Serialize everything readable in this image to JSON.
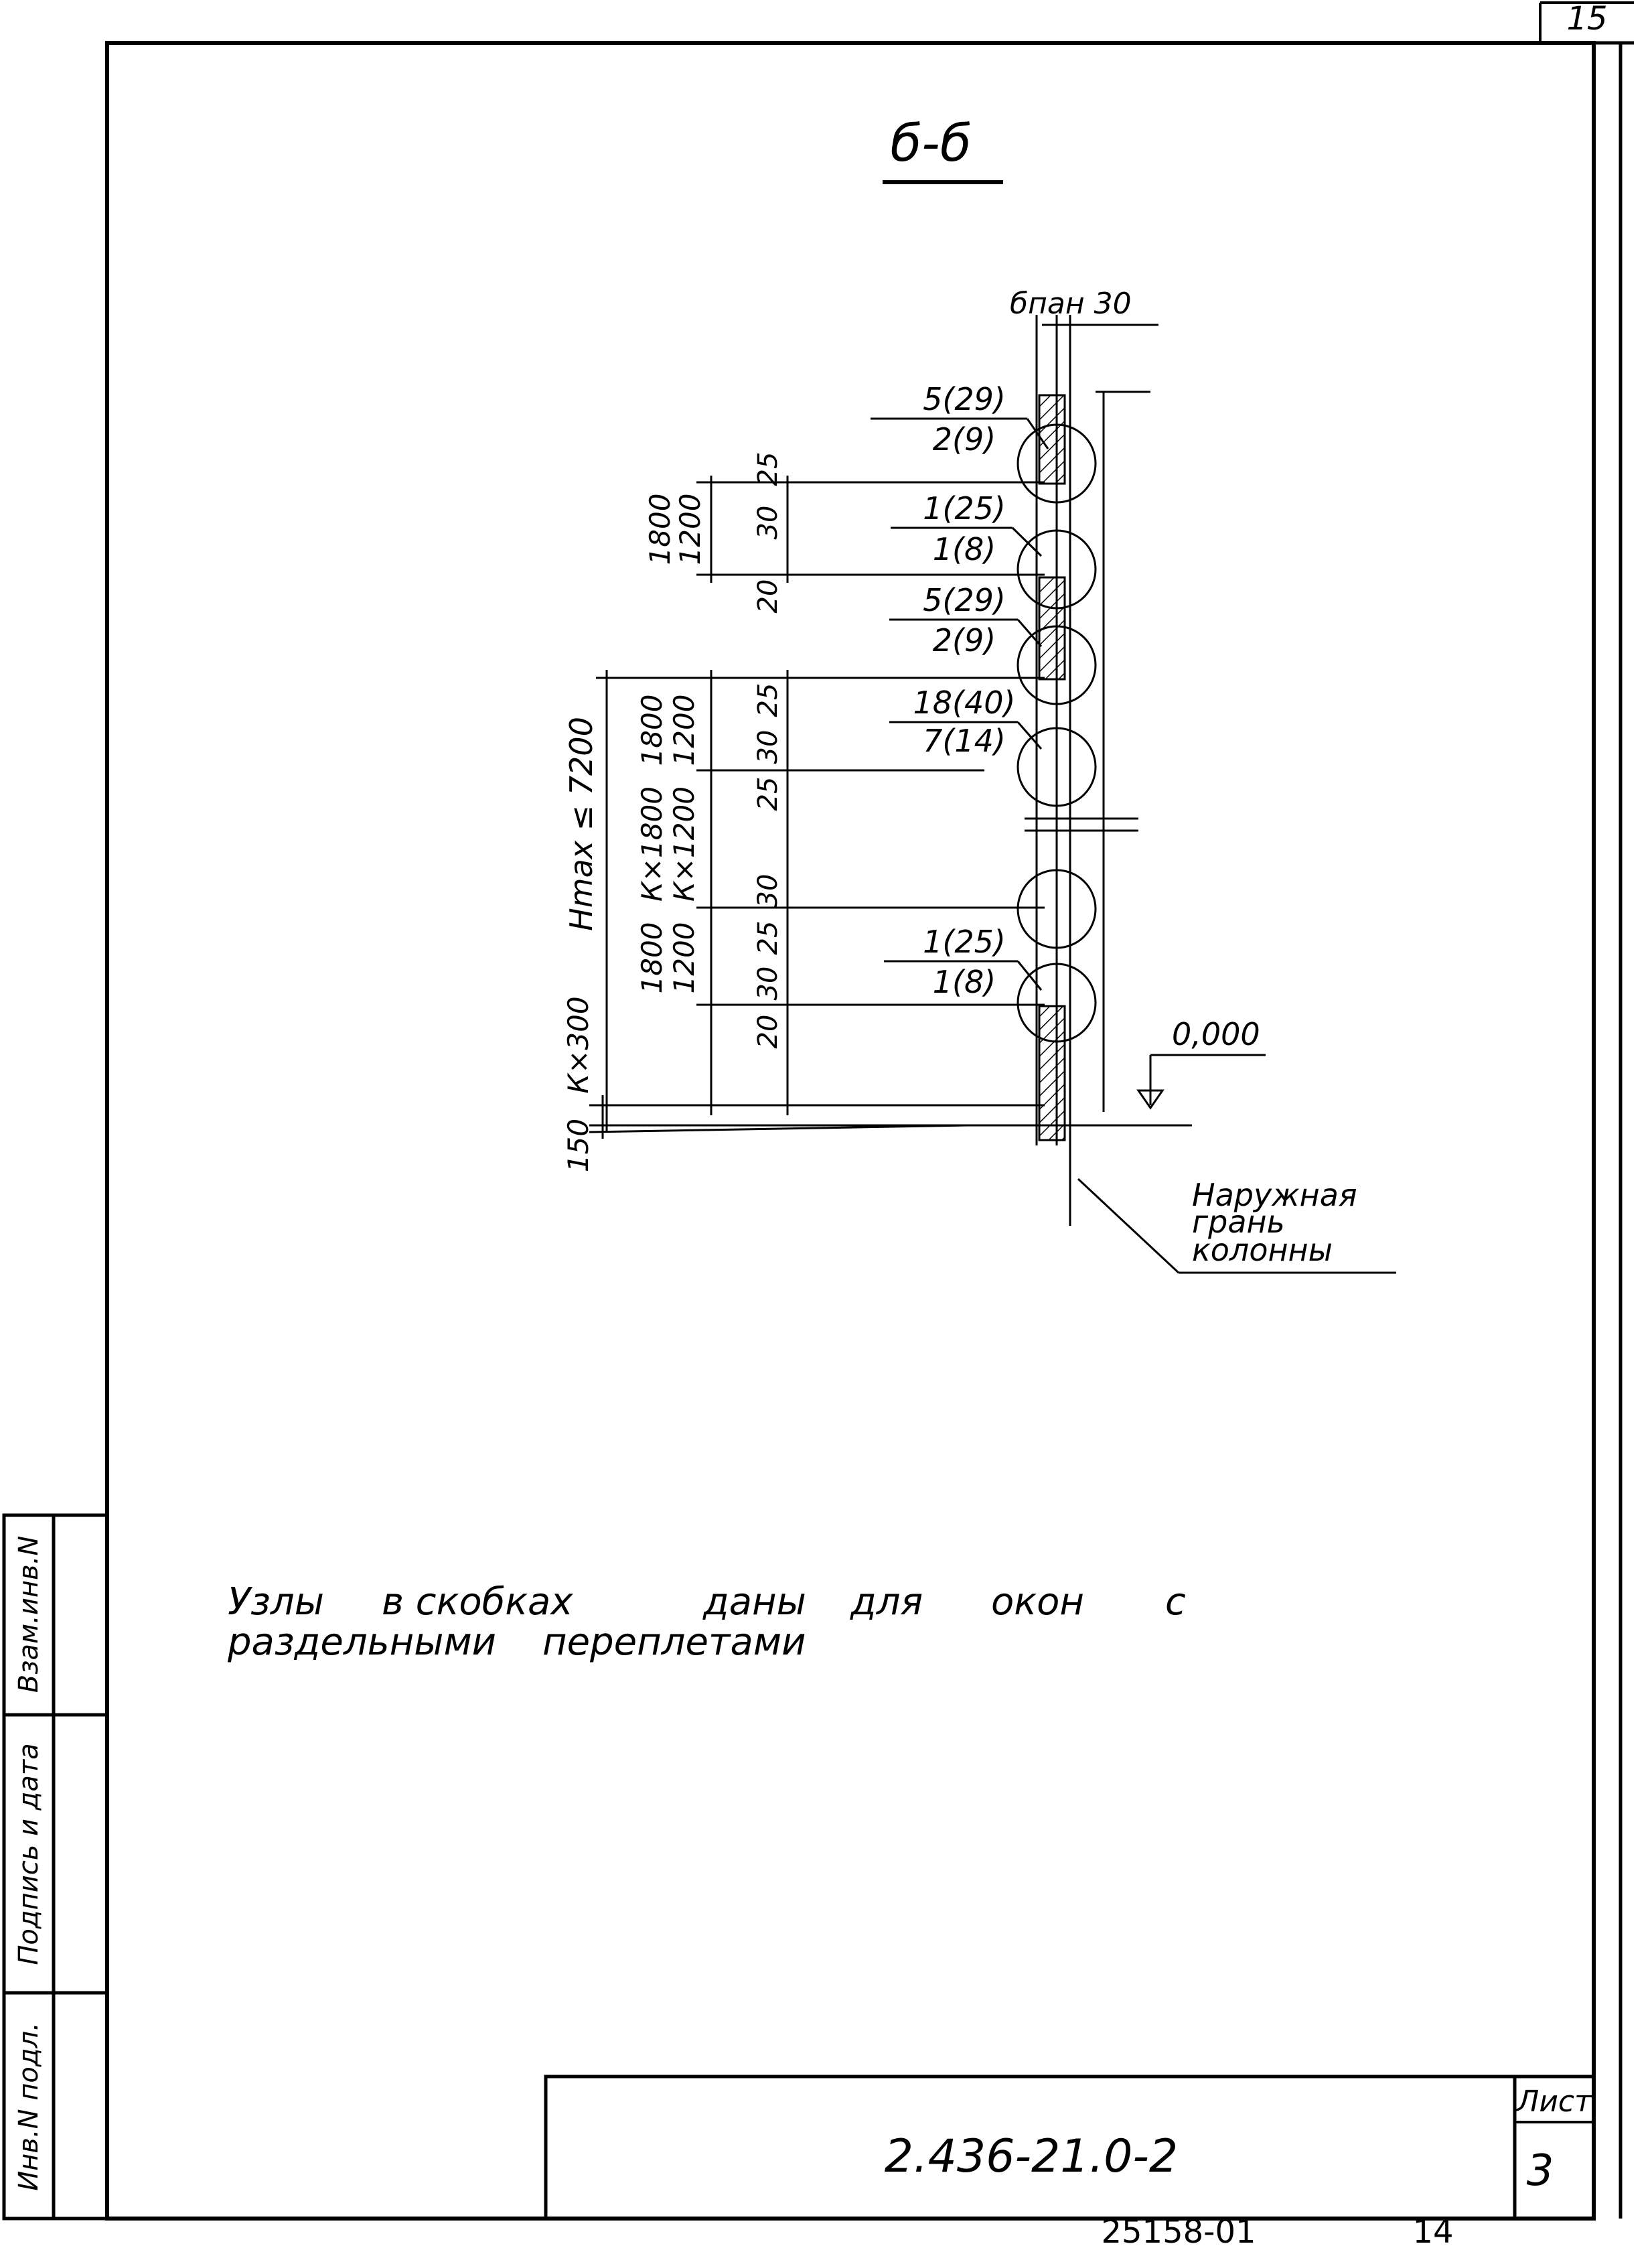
{
  "sheet": {
    "corner_number": "15",
    "section_title": "б-б",
    "label_blan": "бпан 30",
    "dims_left_top": [
      "1800",
      "1200"
    ],
    "dims_left_mid": [
      "1800",
      "1200"
    ],
    "dims_left_bottom": [
      "1800",
      "1200"
    ],
    "dim_h_total": "Hmax ≤ 7200",
    "dim_kx1800": "К×1800",
    "dim_kx1200": "К×1200",
    "dim_kx300": "К×300",
    "dim_150": "150",
    "small_dims": {
      "a1": "25",
      "a2": "30",
      "a3": "20",
      "b1": "25",
      "b2": "30",
      "b3": "25",
      "c1": "30",
      "c2": "25",
      "c3": "30",
      "c4": "20"
    },
    "node_labels": [
      {
        "top": "5(29)",
        "bottom": "2(9)"
      },
      {
        "top": "1(25)",
        "bottom": "1(8)"
      },
      {
        "top": "5(29)",
        "bottom": "2(9)"
      },
      {
        "top": "18(40)",
        "bottom": "7(14)"
      },
      {
        "top": "1(25)",
        "bottom": "1(8)"
      }
    ],
    "level_mark": "0,000",
    "outer_face_label": [
      "Наружная",
      "грань",
      "колонны"
    ],
    "note_line1": [
      "Узлы",
      "в скобках",
      "даны",
      "для",
      "окон",
      "с"
    ],
    "note_line2": [
      "раздельными",
      "переплетами"
    ],
    "side_stamp": [
      "Инв.N подл.",
      "Подпись и дата",
      "Взам.инв.N"
    ],
    "title_block": {
      "doc_code": "2.436-21.0-2",
      "sheet_label": "Лист",
      "sheet_number": "3"
    },
    "footer_numbers": [
      "25158-01",
      "14"
    ]
  }
}
